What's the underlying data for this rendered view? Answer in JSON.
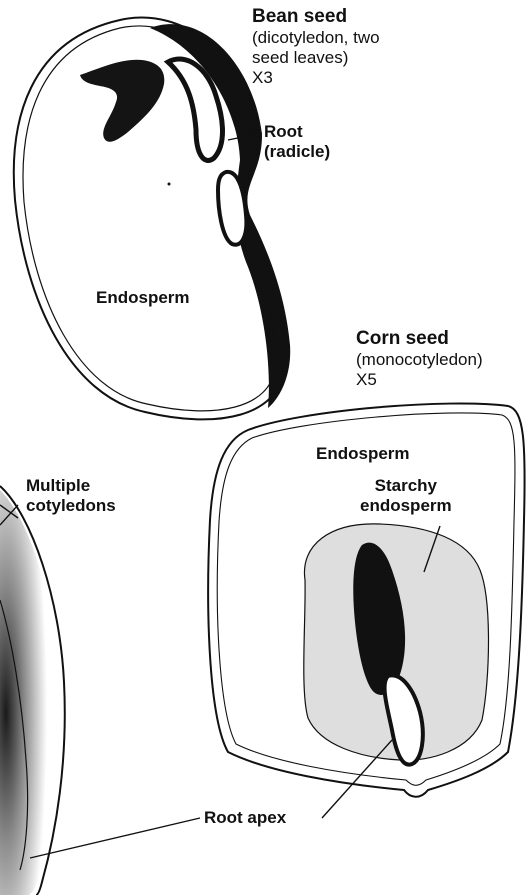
{
  "colors": {
    "ink": "#111111",
    "background": "#ffffff",
    "stipple": "#dedede"
  },
  "bean": {
    "title": "Bean seed",
    "desc": [
      "(dicotyledon, two",
      "seed leaves)"
    ],
    "mag": "X3",
    "root": [
      "Root",
      "(radicle)"
    ],
    "endosperm": "Endosperm"
  },
  "corn": {
    "title": "Corn seed",
    "desc": "(monocotyledon)",
    "mag": "X5",
    "endosperm": "Endosperm",
    "starchy": [
      "Starchy",
      "endosperm"
    ]
  },
  "third": {
    "cotyledons": [
      "Multiple",
      "cotyledons"
    ],
    "root_apex": "Root apex"
  }
}
